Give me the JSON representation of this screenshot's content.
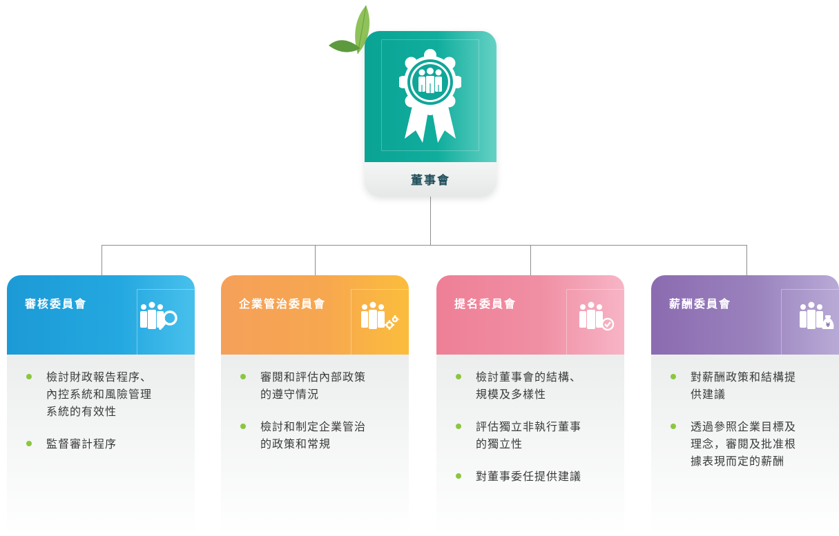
{
  "board": {
    "title": "董事會",
    "icon": "award-rosette-people-icon",
    "colors": {
      "primary": "#10ad9d"
    }
  },
  "committees": [
    {
      "id": "audit",
      "title": "審核委員會",
      "icon": "people-magnifier-icon",
      "color": "#1c9ad6",
      "items": [
        "檢討財政報告程序、內控系統和風險管理系統的有效性",
        "監督審計程序"
      ]
    },
    {
      "id": "governance",
      "title": "企業管治委員會",
      "icon": "people-gear-icon",
      "color": "#f5a05a",
      "items": [
        "審閱和評估內部政策的遵守情況",
        "檢討和制定企業管治的政策和常規"
      ]
    },
    {
      "id": "nomination",
      "title": "提名委員會",
      "icon": "people-checkmark-icon",
      "color": "#ee7f96",
      "items": [
        "檢討董事會的結構、規模及多樣性",
        "評估獨立非執行董事的獨立性",
        "對董事委任提供建議"
      ]
    },
    {
      "id": "remuneration",
      "title": "薪酬委員會",
      "icon": "people-money-bag-icon",
      "color": "#8b6bb0",
      "items": [
        "對薪酬政策和結構提供建議",
        "透過參照企業目標及理念，審閱及批准根據表現而定的薪酬"
      ]
    }
  ],
  "bullet_color": "#8cc63f"
}
